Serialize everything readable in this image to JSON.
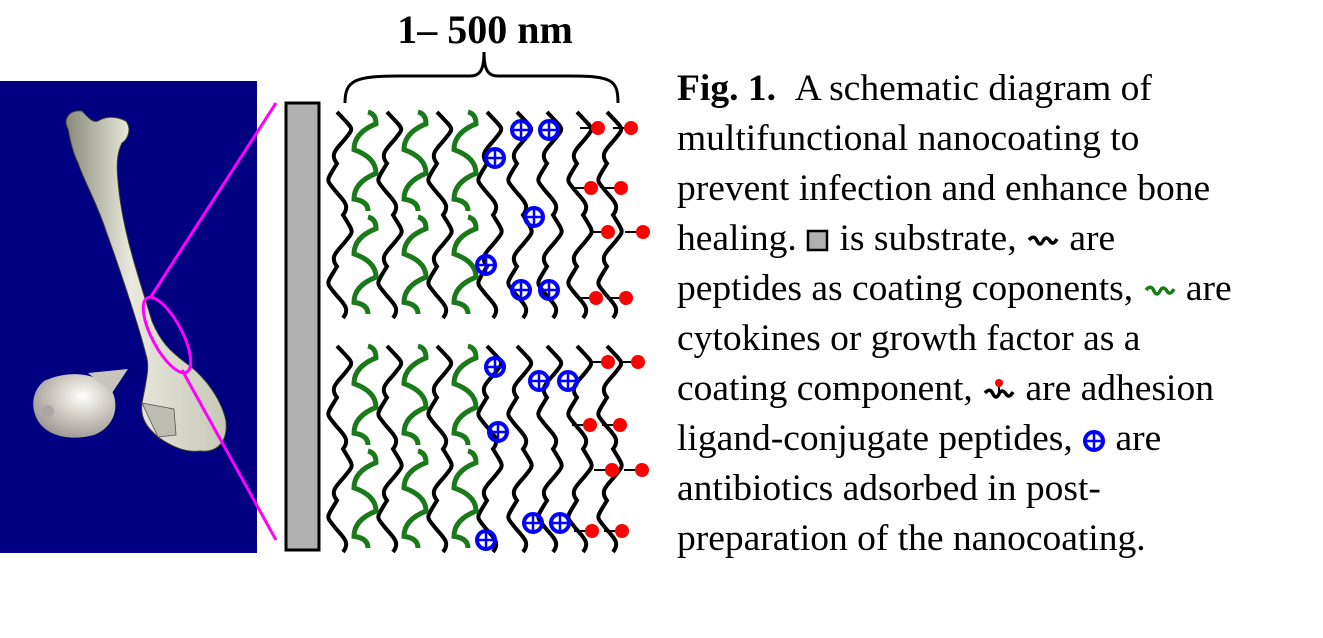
{
  "figure": {
    "scale_label": "1– 500 nm",
    "colors": {
      "background_panel": "#000080",
      "highlight": "#ff00ff",
      "substrate": "#b0b0b0",
      "peptide": "#000000",
      "cytokine": "#1a7a1a",
      "adhesion_ligand": "#ff0000",
      "antibiotic": "#0000ff"
    },
    "icons": {
      "substrate": "gray-rectangle",
      "peptide": "black-wavy-line",
      "cytokine": "green-wavy-line",
      "adhesion_ligand": "black-wavy-with-red-dot",
      "antibiotic": "blue-circle-plus"
    }
  },
  "caption": {
    "label": "Fig. 1.",
    "lines": [
      "A schematic diagram of",
      "multifunctional nanocoating to",
      "prevent infection and enhance bone",
      "healing.",
      "is substrate,",
      "are",
      "peptides as coating coponents,",
      "are",
      "cytokines or growth factor as a",
      "coating component,",
      "are adhesion",
      "ligand-conjugate peptides,",
      "are",
      "antibiotics adsorbed in post-",
      "preparation of the nanocoating."
    ]
  }
}
